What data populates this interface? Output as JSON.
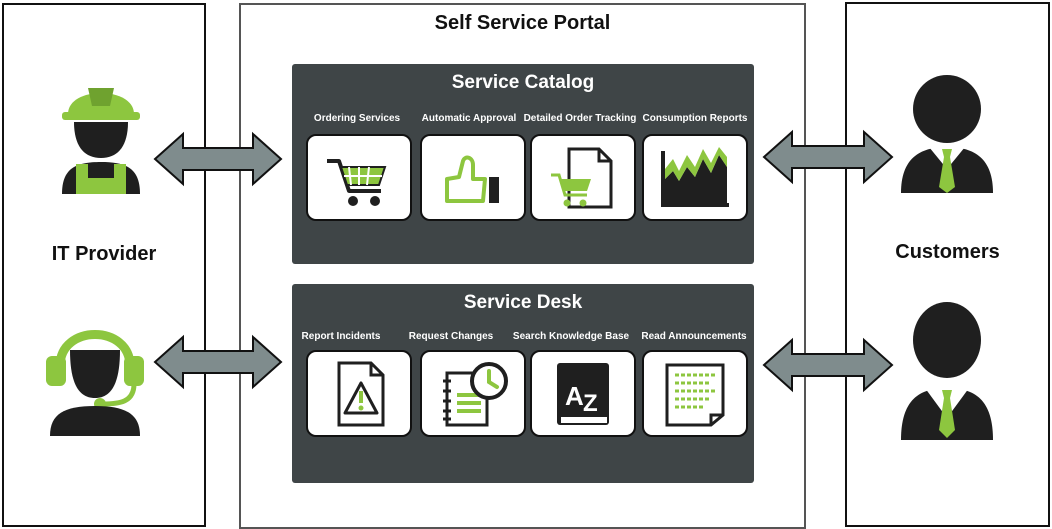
{
  "portal": {
    "title": "Self Service Portal"
  },
  "left": {
    "label": "IT Provider",
    "icons": [
      "worker-icon",
      "support-agent-icon"
    ]
  },
  "right": {
    "label": "Customers",
    "icons": [
      "customer-icon",
      "customer-icon"
    ]
  },
  "catalog": {
    "title": "Service Catalog",
    "tiles": [
      {
        "label": "Ordering Services",
        "icon": "shopping-cart-icon"
      },
      {
        "label": "Automatic Approval",
        "icon": "thumbs-up-icon"
      },
      {
        "label": "Detailed Order Tracking",
        "icon": "order-document-icon"
      },
      {
        "label": "Consumption Reports",
        "icon": "chart-icon"
      }
    ]
  },
  "desk": {
    "title": "Service Desk",
    "tiles": [
      {
        "label": "Report Incidents",
        "icon": "warning-document-icon"
      },
      {
        "label": "Request Changes",
        "icon": "notebook-clock-icon"
      },
      {
        "label": "Search Knowledge Base",
        "icon": "az-book-icon"
      },
      {
        "label": "Read Announcements",
        "icon": "announcement-note-icon"
      }
    ]
  },
  "colors": {
    "accent": "#8dc63f",
    "panel": "#3f4547",
    "arrow": "#7f8c8d",
    "dark": "#1f1f1f"
  }
}
